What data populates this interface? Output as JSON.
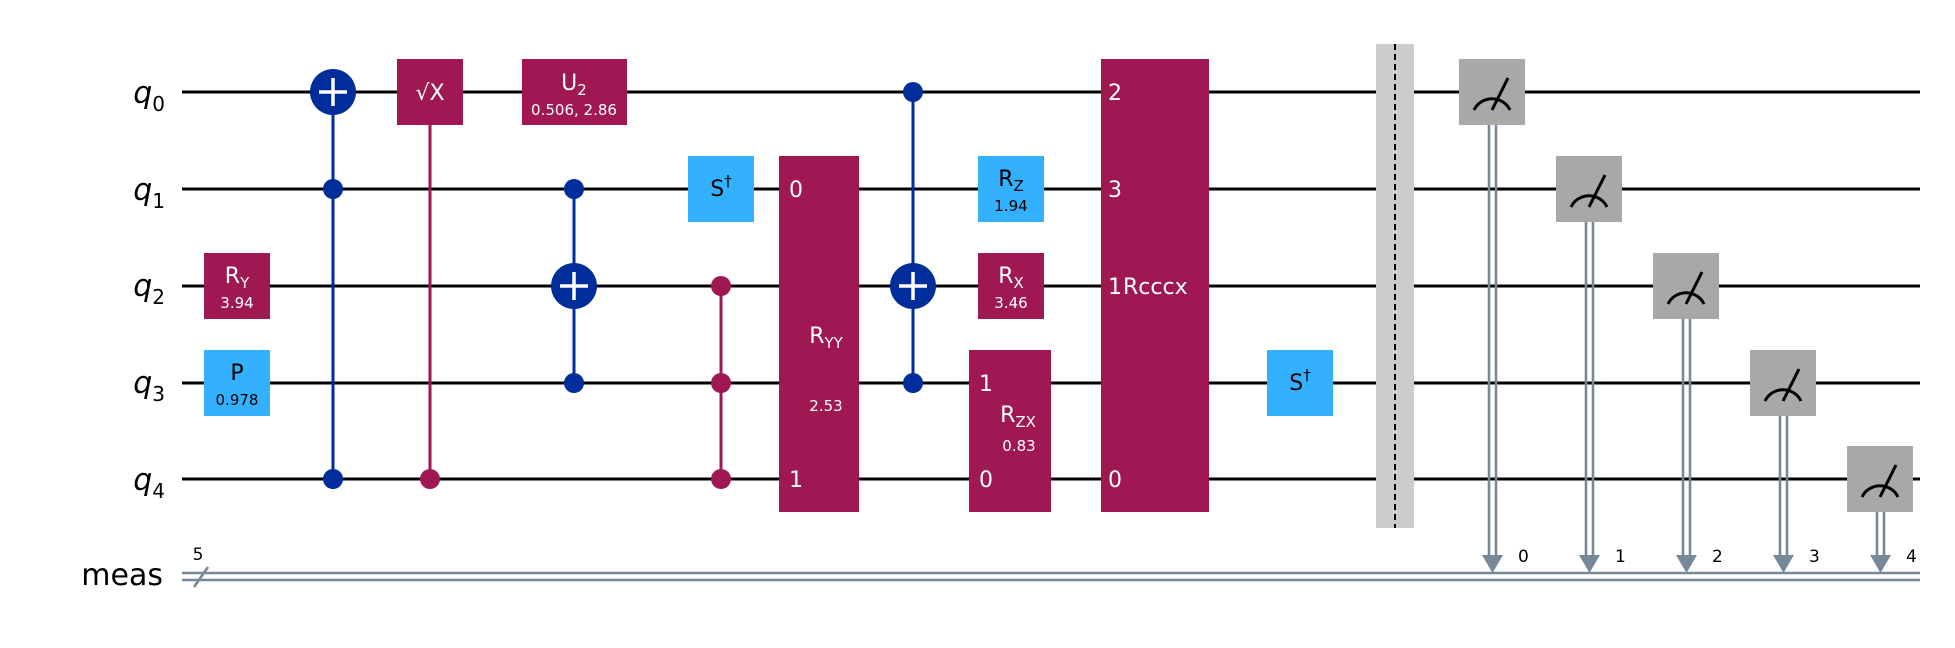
{
  "colors": {
    "magenta": "#9f1853",
    "blue": "#002d9c",
    "lightblue": "#33b1ff",
    "gray": "#a8a8a8",
    "barrier": "#cccccc",
    "classical": "#778899",
    "wire": "#000000"
  },
  "wires": {
    "qubits": [
      {
        "name": "q",
        "index": "0"
      },
      {
        "name": "q",
        "index": "1"
      },
      {
        "name": "q",
        "index": "2"
      },
      {
        "name": "q",
        "index": "3"
      },
      {
        "name": "q",
        "index": "4"
      }
    ],
    "classical": {
      "name": "meas",
      "size": "5"
    }
  },
  "gates": {
    "ry": {
      "label": "R",
      "sub": "Y",
      "param": "3.94"
    },
    "p": {
      "label": "P",
      "param": "0.978"
    },
    "sx": {
      "label": "√X"
    },
    "u2": {
      "label": "U",
      "sub": "2",
      "param": "0.506, 2.86"
    },
    "sdg1": {
      "label": "S",
      "sup": "†"
    },
    "ryy": {
      "label": "R",
      "sub": "YY",
      "param": "2.53",
      "port_top": "0",
      "port_bottom": "1"
    },
    "rz": {
      "label": "R",
      "sub": "Z",
      "param": "1.94"
    },
    "rx": {
      "label": "R",
      "sub": "X",
      "param": "3.46"
    },
    "rzx": {
      "label": "R",
      "sub": "ZX",
      "param": "0.83",
      "port_top": "1",
      "port_bottom": "0"
    },
    "rcccx": {
      "label": "Rcccx",
      "ports": [
        "2",
        "3",
        "1",
        "0"
      ]
    },
    "sdg2": {
      "label": "S",
      "sup": "†"
    }
  },
  "measure": {
    "bits": [
      "0",
      "1",
      "2",
      "3",
      "4"
    ]
  }
}
